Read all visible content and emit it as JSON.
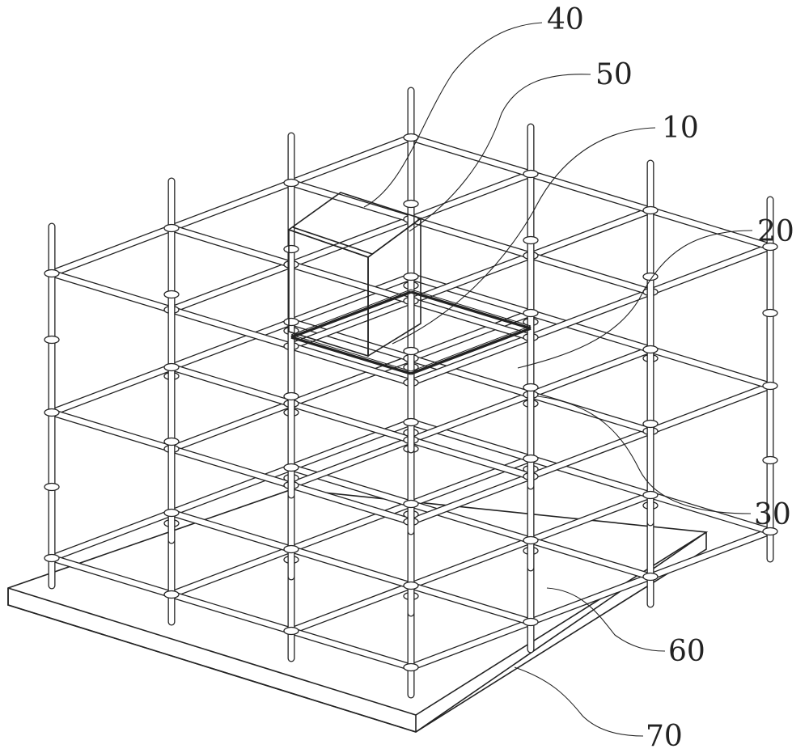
{
  "figure": {
    "reference_labels": [
      {
        "id": "40",
        "text": "40"
      },
      {
        "id": "50",
        "text": "50"
      },
      {
        "id": "10",
        "text": "10"
      },
      {
        "id": "20",
        "text": "20"
      },
      {
        "id": "30",
        "text": "30"
      },
      {
        "id": "60",
        "text": "60"
      },
      {
        "id": "70",
        "text": "70"
      }
    ],
    "colors": {
      "stroke": "#222222",
      "tube_fill": "#ffffff",
      "background": "#ffffff"
    }
  }
}
